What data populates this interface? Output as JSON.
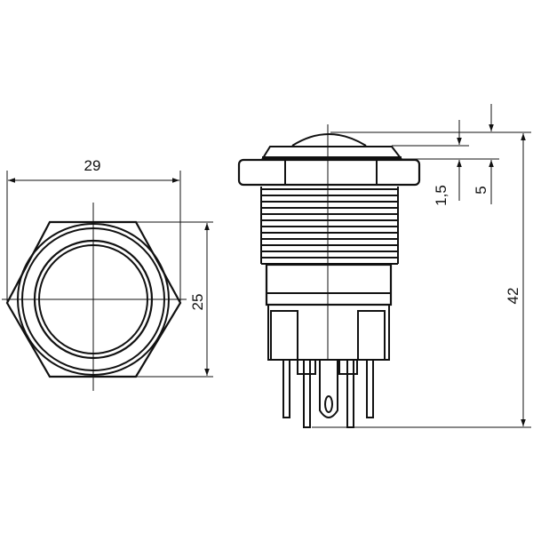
{
  "drawing": {
    "subject": "Push button switch dimension drawing",
    "line_color": "#111111",
    "background": "#ffffff"
  },
  "front_view": {
    "width_label": "29",
    "height_label": "25"
  },
  "side_view": {
    "dome_height_label": "1,5",
    "bezel_height_label": "5",
    "total_height_label": "42"
  }
}
